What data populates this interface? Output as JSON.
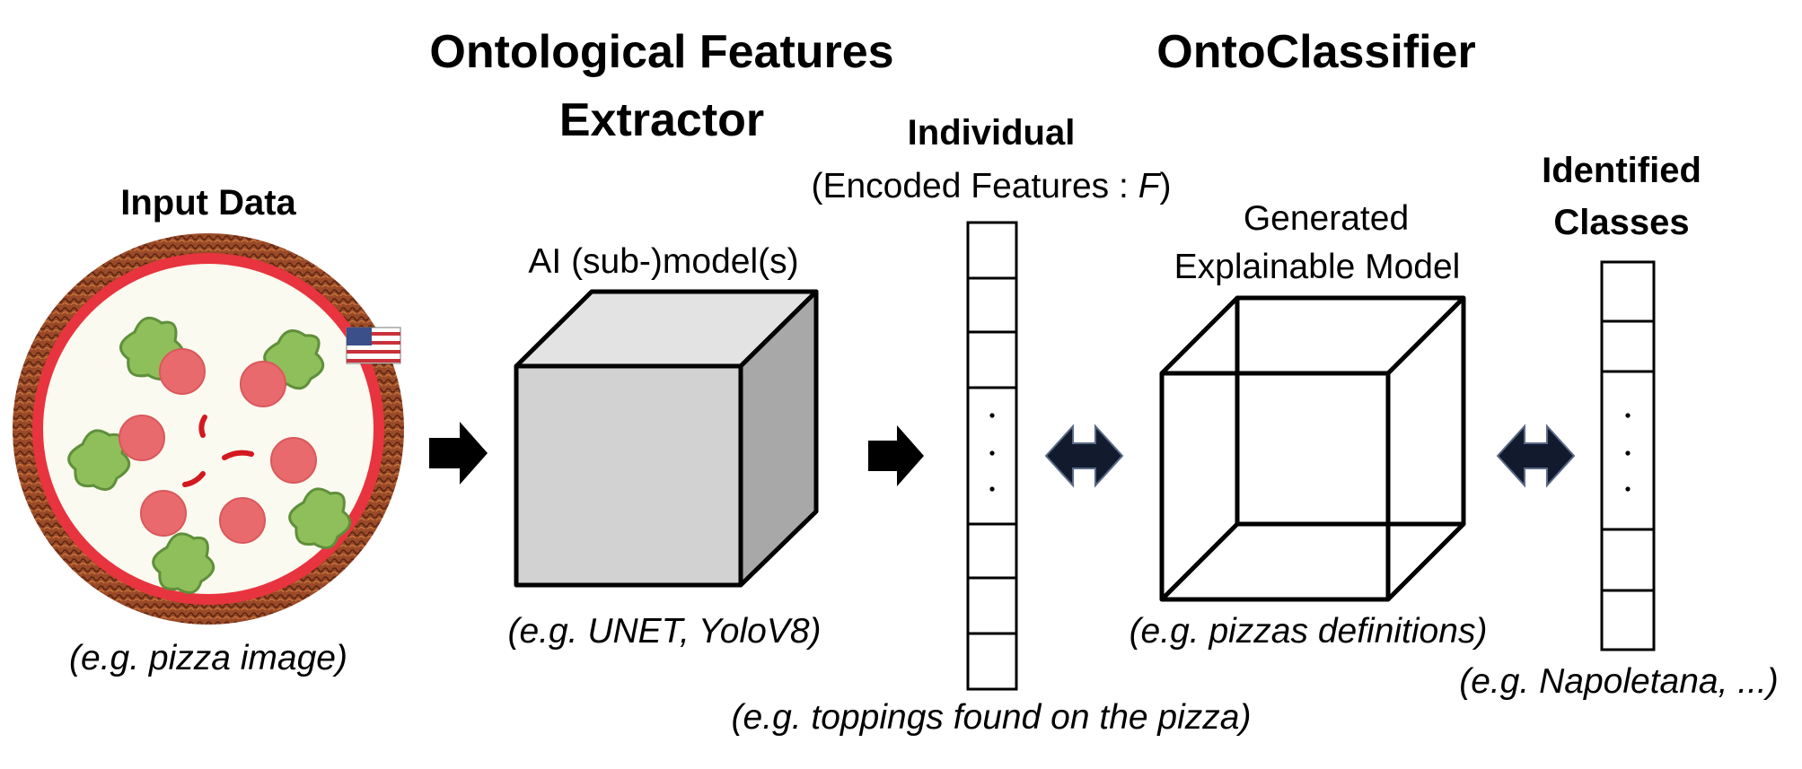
{
  "extractor_title_line1": "Ontological Features",
  "extractor_title_line2": "Extractor",
  "classifier_title": "OntoClassifier",
  "input_label": "Input Data",
  "input_caption": "(e.g. pizza image)",
  "extractor_box_label": "AI (sub-)model(s)",
  "extractor_caption": "(e.g. UNET, YoloV8)",
  "individual_label": "Individual",
  "encoded_label_prefix": "(Encoded Features : ",
  "encoded_label_var": "F",
  "encoded_label_suffix": ")",
  "individual_caption": "(e.g. toppings found on the pizza)",
  "model_label_line1": "Generated",
  "model_label_line2": "Explainable Model",
  "model_caption": "(e.g. pizzas definitions)",
  "classes_label_line1": "Identified",
  "classes_label_line2": "Classes",
  "classes_caption": "(e.g. Napoletana, ...)",
  "colors": {
    "ink": "#000000",
    "cube_front": "#d2d2d2",
    "cube_top": "#e3e3e3",
    "cube_side": "#a8a8a8",
    "arrow_dark": "#121a2e",
    "crust": "#9a4a28",
    "sauce": "#e8343f",
    "cheese": "#fbfaf0",
    "pepperoni": "#e96a6d",
    "basil": "#8fbf5a"
  }
}
